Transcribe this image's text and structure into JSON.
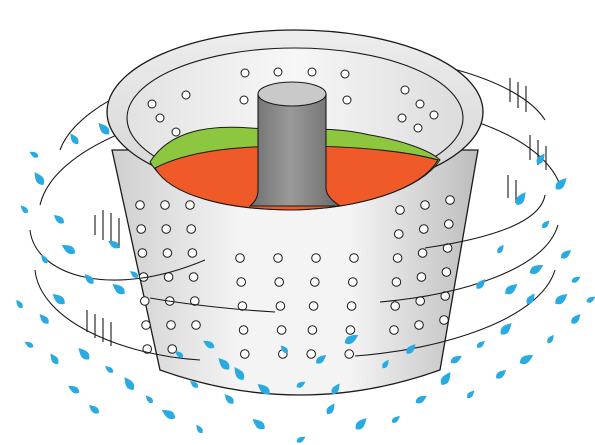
{
  "illustration": {
    "subject": "spin-basket-water-extraction",
    "elements": [
      "outer-tub",
      "perforated-basket",
      "central-agitator-post",
      "wet-laundry-orange",
      "wet-laundry-green",
      "spin-motion-lines",
      "water-droplets"
    ],
    "colors": {
      "tub_outline": "#1a1a1a",
      "tub_light": "#f2f2f2",
      "tub_mid": "#d9d9d9",
      "tub_dark": "#a6a6a6",
      "post_light": "#b3b3b3",
      "post_dark": "#7a7a7a",
      "laundry_orange": "#f05a28",
      "laundry_green": "#8dc63f",
      "water": "#29abe2",
      "motion_line": "#1a1a1a"
    }
  }
}
